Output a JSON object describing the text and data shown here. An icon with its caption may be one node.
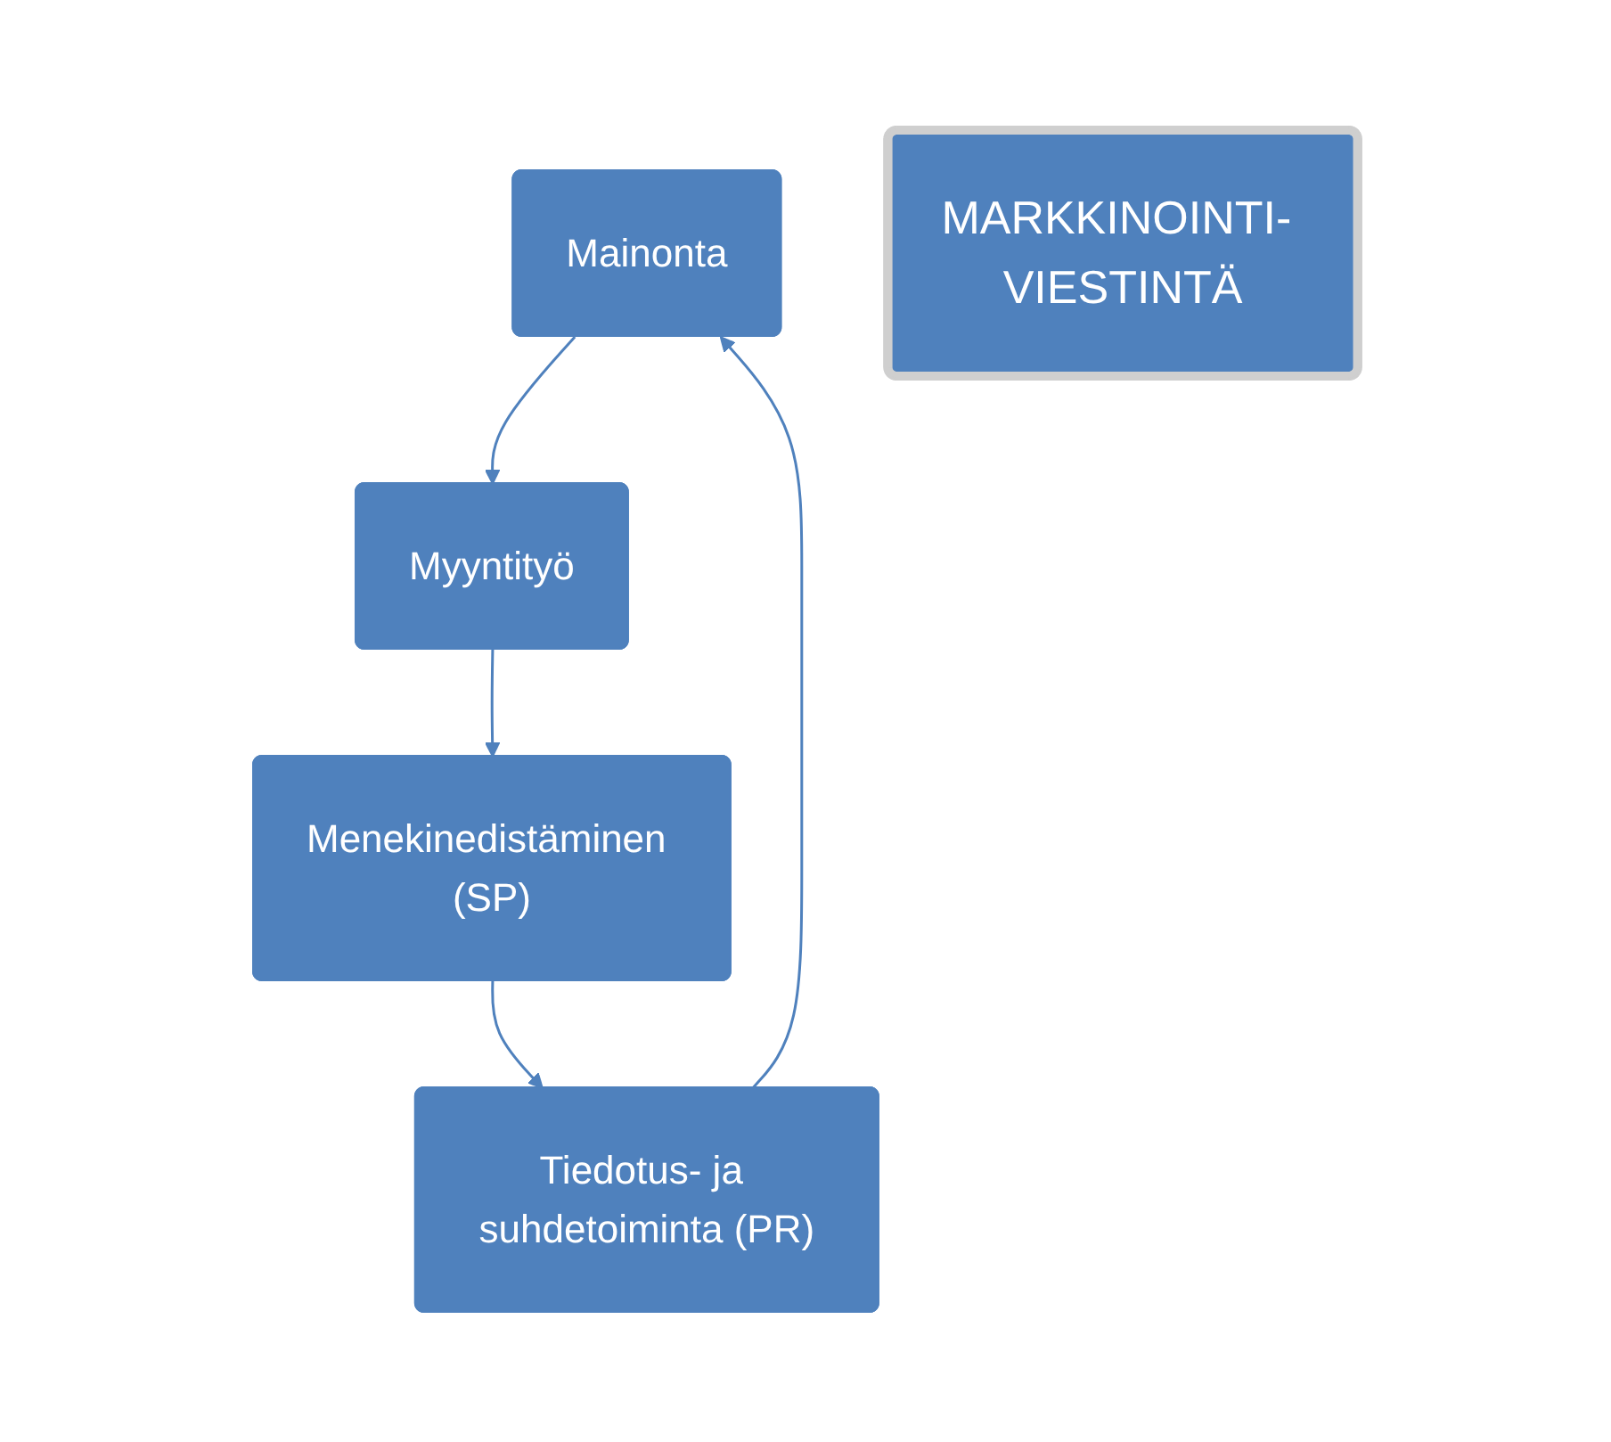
{
  "diagram": {
    "nodes": [
      {
        "text": [
          "Mainonta"
        ]
      },
      {
        "text": [
          "Tiedotus- ja suhdetoiminta (PR)"
        ]
      },
      {
        "text": [
          "MARKKINOINTI- VIESTINTÄ"
        ]
      },
      {
        "text": [
          "Myyntityö"
        ]
      },
      {
        "text": [
          "Menekinedistäminen (SP)"
        ]
      }
    ],
    "edges": [
      {
        "from": 0,
        "to": 3,
        "arrow": "to"
      },
      {
        "from": 3,
        "to": 4,
        "arrow": "to"
      },
      {
        "from": 4,
        "to": 1,
        "arrow": "to"
      },
      {
        "from": 1,
        "to": 0,
        "arrow": "to"
      }
    ]
  }
}
